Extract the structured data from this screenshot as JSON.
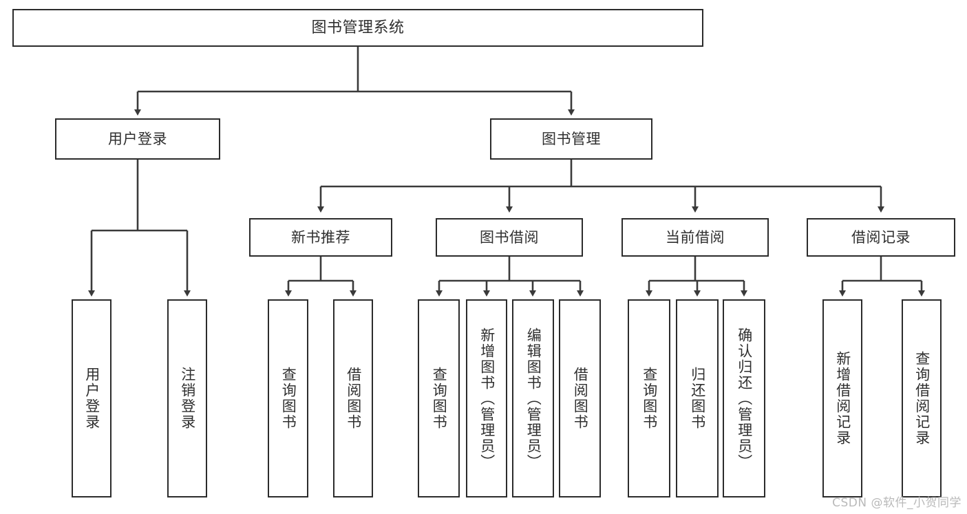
{
  "diagram": {
    "title": "图书管理系统",
    "type": "hierarchy-tree",
    "watermark": "CSDN @软件_小贺同学",
    "colors": {
      "box_border": "#2b2b2b",
      "box_fill": "#ffffff",
      "text": "#2f2f2f",
      "edge": "#3a3a3a",
      "watermark": "#b9b9b9"
    },
    "nodes": {
      "root": {
        "label": "图书管理系统"
      },
      "level2": [
        {
          "label": "用户登录"
        },
        {
          "label": "图书管理"
        }
      ],
      "level3": [
        {
          "label": "新书推荐"
        },
        {
          "label": "图书借阅"
        },
        {
          "label": "当前借阅"
        },
        {
          "label": "借阅记录"
        }
      ],
      "leaves": {
        "user_login": [
          {
            "label": "用户登录"
          },
          {
            "label": "注销登录"
          }
        ],
        "new_book_recommend": [
          {
            "label": "查询图书"
          },
          {
            "label": "借阅图书"
          }
        ],
        "book_borrow": [
          {
            "label": "查询图书"
          },
          {
            "label": "新增图书（管理员）"
          },
          {
            "label": "编辑图书（管理员）"
          },
          {
            "label": "借阅图书"
          }
        ],
        "current_borrow": [
          {
            "label": "查询图书"
          },
          {
            "label": "归还图书"
          },
          {
            "label": "确认归还（管理员）"
          }
        ],
        "borrow_record": [
          {
            "label": "新增借阅记录"
          },
          {
            "label": "查询借阅记录"
          }
        ]
      }
    }
  }
}
